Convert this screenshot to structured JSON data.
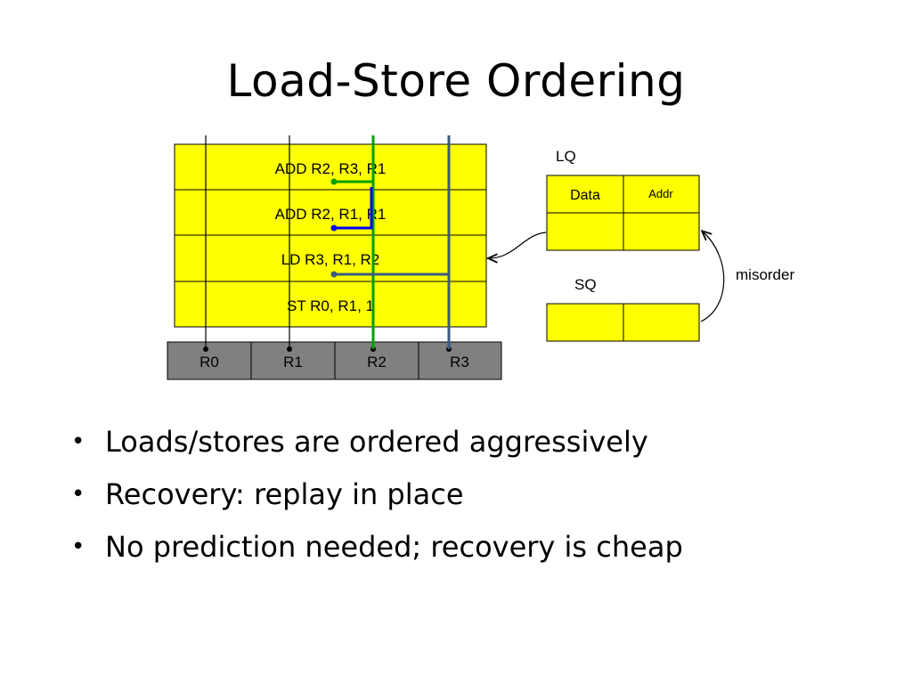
{
  "slide": {
    "title": "Load-Store Ordering",
    "bullets": [
      "Loads/stores are ordered aggressively",
      "Recovery: replay in place",
      "No prediction needed; recovery is cheap"
    ]
  },
  "diagram": {
    "instructions": [
      "ADD R2, R3, R1",
      "ADD R2, R1, R1",
      "LD R3, R1, R2",
      "ST R0, R1, 1"
    ],
    "registers": [
      "R0",
      "R1",
      "R2",
      "R3"
    ],
    "lq": {
      "label": "LQ",
      "col_data": "Data",
      "col_addr": "Addr"
    },
    "sq": {
      "label": "SQ"
    },
    "misorder_label": "misorder",
    "colors": {
      "queue_fill": "#ffff00",
      "register_fill": "#808080",
      "wire_green": "#00a000",
      "wire_blue": "#0000ff",
      "wire_steel": "#3a5a80"
    }
  }
}
